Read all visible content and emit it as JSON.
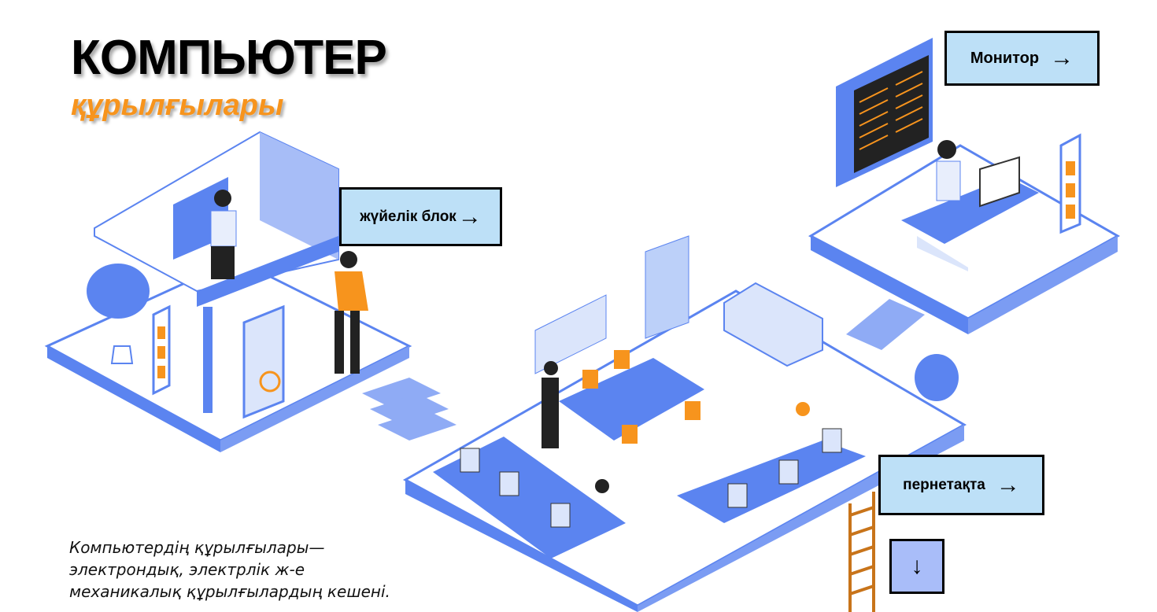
{
  "header": {
    "title": "КОМПЬЮТЕР",
    "subtitle": "құрылғылары"
  },
  "buttons": {
    "monitor": {
      "label": "Монитор",
      "icon": "arrow-right-icon"
    },
    "system_unit": {
      "label": "жүйелік блок",
      "icon": "arrow-right-icon"
    },
    "keyboard": {
      "label": "пернетақта",
      "icon": "arrow-right-icon"
    },
    "down": {
      "icon": "arrow-down-icon"
    }
  },
  "caption": {
    "lines": [
      "Компьютердің құрылғылары—",
      "электрондық, электрлік ж-е",
      "механикалық құрылғылардың кешені."
    ]
  },
  "colors": {
    "blue": "#5b84f0",
    "light_blue": "#bde0f7",
    "orange": "#f7941d",
    "pale": "#dbe5fb"
  }
}
